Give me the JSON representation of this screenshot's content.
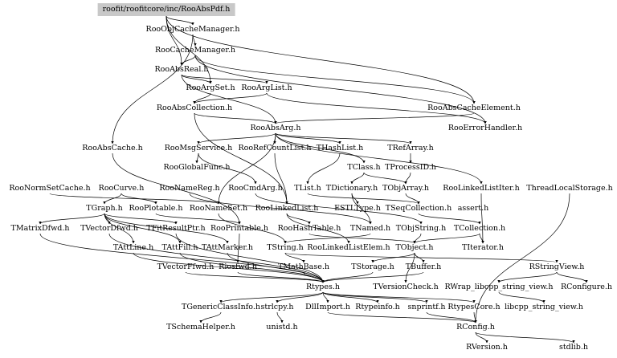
{
  "graph": {
    "root": "roofit/roofitcore/inc/RooAbsPdf.h",
    "nodes": [
      "roofit/roofitcore/inc/RooAbsPdf.h",
      "RooObjCacheManager.h",
      "RooCacheManager.h",
      "RooAbsReal.h",
      "RooArgSet.h",
      "RooArgList.h",
      "RooAbsCollection.h",
      "RooAbsCacheElement.h",
      "RooErrorHandler.h",
      "RooAbsArg.h",
      "RooAbsCache.h",
      "RooMsgService.h",
      "RooRefCountList.h",
      "THashList.h",
      "TRefArray.h",
      "RooGlobalFunc.h",
      "TClass.h",
      "TProcessID.h",
      "RooNormSetCache.h",
      "RooCurve.h",
      "RooNameReg.h",
      "RooCmdArg.h",
      "TList.h",
      "TDictionary.h",
      "TObjArray.h",
      "RooLinkedListIter.h",
      "ThreadLocalStorage.h",
      "TGraph.h",
      "RooPlotable.h",
      "RooNameSet.h",
      "RooLinkedList.h",
      "ESTLType.h",
      "TSeqCollection.h",
      "assert.h",
      "TMatrixDfwd.h",
      "TVectorDfwd.h",
      "TFitResultPtr.h",
      "RooPrintable.h",
      "RooHashTable.h",
      "TNamed.h",
      "TObjString.h",
      "TCollection.h",
      "TAttLine.h",
      "TAttFill.h",
      "TAttMarker.h",
      "TString.h",
      "RooLinkedListElem.h",
      "TObject.h",
      "TIterator.h",
      "TVectorFfwd.h",
      "Riosfwd.h",
      "TMathBase.h",
      "TStorage.h",
      "TBuffer.h",
      "RStringView.h",
      "Rtypes.h",
      "TVersionCheck.h",
      "RWrap_libcpp_string_view.h",
      "RConfigure.h",
      "TGenericClassInfo.h",
      "strlcpy.h",
      "DllImport.h",
      "Rtypeinfo.h",
      "snprintf.h",
      "RtypesCore.h",
      "libcpp_string_view.h",
      "TSchemaHelper.h",
      "unistd.h",
      "RConfig.h",
      "RVersion.h",
      "stdlib.h"
    ]
  }
}
